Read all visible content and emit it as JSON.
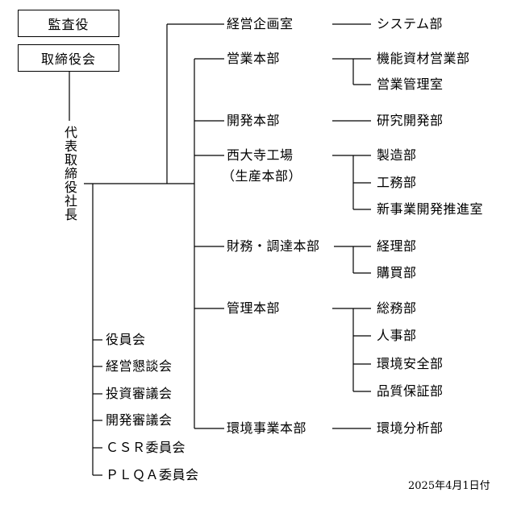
{
  "top_boxes": {
    "audit": "監査役",
    "directors": "取締役会"
  },
  "president": "代表取締役社長",
  "divisions": {
    "planning": "経営企画室",
    "sales": "営業本部",
    "development": "開発本部",
    "plant_line1": "西大寺工場",
    "plant_line2": "（生産本部）",
    "finance": "財務・調達本部",
    "management": "管理本部",
    "environment": "環境事業本部"
  },
  "departments": {
    "system": "システム部",
    "functional_sales": "機能資材営業部",
    "sales_mgmt": "営業管理室",
    "research": "研究開発部",
    "manufacturing": "製造部",
    "engineering": "工務部",
    "new_business": "新事業開発推進室",
    "accounting": "経理部",
    "purchasing": "購買部",
    "general_affairs": "総務部",
    "hr": "人事部",
    "env_safety": "環境安全部",
    "quality": "品質保証部",
    "env_analysis": "環境分析部"
  },
  "committees": [
    "役員会",
    "経営懇談会",
    "投資審議会",
    "開発審議会",
    "ＣＳＲ委員会",
    "ＰＬＱＡ委員会"
  ],
  "date": "2025年4月1日付"
}
